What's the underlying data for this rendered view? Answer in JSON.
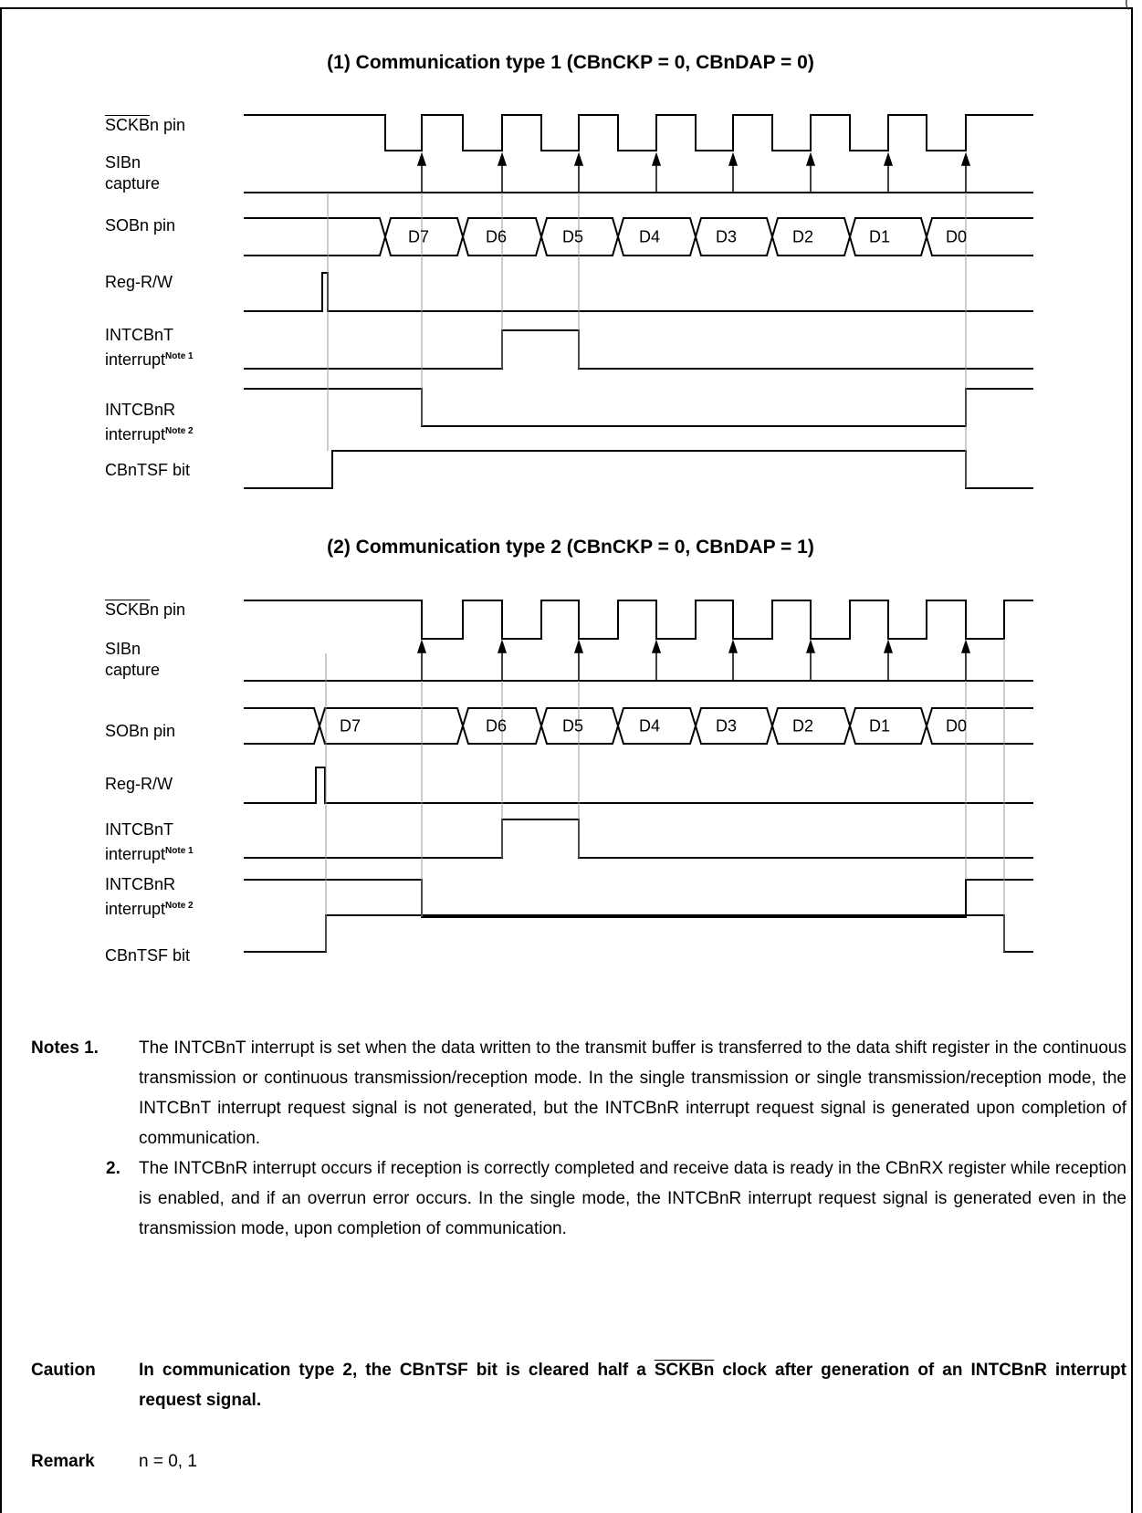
{
  "page": {
    "corner_mark": "("
  },
  "diagrams": [
    {
      "title": "(1)  Communication type 1 (CBnCKP = 0, CBnDAP = 0)",
      "labels": {
        "sck": "SCKB",
        "sck_suffix": "n pin",
        "sib_line1": "SIBn",
        "sib_line2": "capture",
        "sob": "SOBn pin",
        "reg": "Reg-R/W",
        "intt_line1": "INTCBnT",
        "intt_line2": "interrupt",
        "intt_note": "Note 1",
        "intr_line1": "INTCBnR",
        "intr_line2": "interrupt",
        "intr_note": "Note 2",
        "tsf": "CBnTSF bit"
      },
      "data_bits": [
        "D7",
        "D6",
        "D5",
        "D4",
        "D3",
        "D2",
        "D1",
        "D0"
      ]
    },
    {
      "title": "(2)  Communication type 2 (CBnCKP = 0, CBnDAP = 1)",
      "labels": {
        "sck": "SCKB",
        "sck_suffix": "n pin",
        "sib_line1": "SIBn",
        "sib_line2": "capture",
        "sob": "SOBn pin",
        "reg": "Reg-R/W",
        "intt_line1": "INTCBnT",
        "intt_line2": "interrupt",
        "intt_note": "Note 1",
        "intr_line1": "INTCBnR",
        "intr_line2": "interrupt",
        "intr_note": "Note 2",
        "tsf": "CBnTSF bit"
      },
      "data_bits": [
        "D7",
        "D6",
        "D5",
        "D4",
        "D3",
        "D2",
        "D1",
        "D0"
      ]
    }
  ],
  "notes": {
    "heading": "Notes 1.",
    "note1": "The INTCBnT interrupt is set when the data written to the transmit buffer is transferred to the data shift register in the continuous transmission or continuous transmission/reception mode.  In the single transmission or single transmission/reception mode, the INTCBnT interrupt request signal is not generated, but the INTCBnR interrupt request signal is generated upon completion of communication.",
    "number2": "2.",
    "note2": "The INTCBnR interrupt occurs if reception is correctly completed and receive data is ready in the CBnRX register while reception is enabled, and if an overrun error occurs.  In the single mode, the INTCBnR interrupt request signal is generated even in the transmission mode, upon completion of communication."
  },
  "caution": {
    "heading": "Caution",
    "text_before": "In communication type 2, the CBnTSF bit is cleared half a ",
    "overlined": "SCKBn",
    "text_after": " clock after generation of an INTCBnR interrupt request signal."
  },
  "remark": {
    "heading": "Remark",
    "text": "n = 0, 1"
  }
}
